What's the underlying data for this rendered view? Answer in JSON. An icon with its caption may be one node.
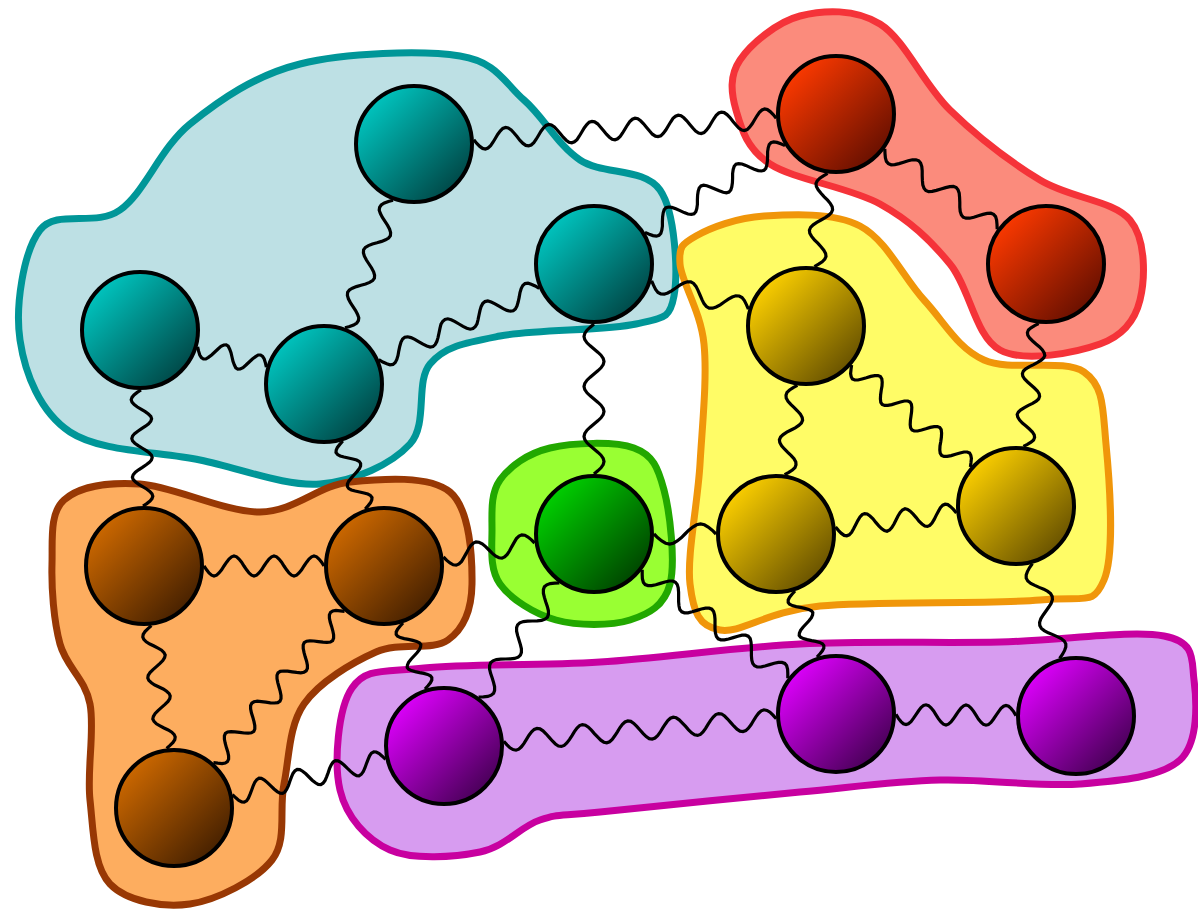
{
  "diagram": {
    "nodes": [
      {
        "text": [],
        "shape": "blob"
      },
      {
        "text": [],
        "shape": "circle",
        "in": 0
      },
      {
        "text": [],
        "shape": "circle",
        "in": 0
      },
      {
        "text": [],
        "shape": "circle",
        "in": 0
      },
      {
        "text": [],
        "shape": "circle",
        "in": 0
      },
      {
        "text": [],
        "shape": "blob"
      },
      {
        "text": [],
        "shape": "circle",
        "in": 5
      },
      {
        "text": [],
        "shape": "circle",
        "in": 5
      },
      {
        "text": [],
        "shape": "blob"
      },
      {
        "text": [],
        "shape": "circle",
        "in": 8
      },
      {
        "text": [],
        "shape": "circle",
        "in": 8
      },
      {
        "text": [],
        "shape": "circle",
        "in": 8
      },
      {
        "text": [],
        "shape": "blob"
      },
      {
        "text": [],
        "shape": "circle",
        "in": 12
      },
      {
        "text": [],
        "shape": "blob"
      },
      {
        "text": [],
        "shape": "circle",
        "in": 14
      },
      {
        "text": [],
        "shape": "circle",
        "in": 14
      },
      {
        "text": [],
        "shape": "circle",
        "in": 14
      },
      {
        "text": [],
        "shape": "blob"
      },
      {
        "text": [],
        "shape": "circle",
        "in": 18
      },
      {
        "text": [],
        "shape": "circle",
        "in": 18
      },
      {
        "text": [],
        "shape": "circle",
        "in": 18
      }
    ],
    "edges": [
      {
        "from": 1,
        "to": 6,
        "arrow": "none"
      },
      {
        "from": 1,
        "to": 4,
        "arrow": "none"
      },
      {
        "from": 3,
        "to": 4,
        "arrow": "none"
      },
      {
        "from": 4,
        "to": 2,
        "arrow": "none"
      },
      {
        "from": 2,
        "to": 6,
        "arrow": "none"
      },
      {
        "from": 2,
        "to": 9,
        "arrow": "none"
      },
      {
        "from": 2,
        "to": 13,
        "arrow": "none"
      },
      {
        "from": 6,
        "to": 7,
        "arrow": "none"
      },
      {
        "from": 6,
        "to": 9,
        "arrow": "none"
      },
      {
        "from": 7,
        "to": 11,
        "arrow": "none"
      },
      {
        "from": 9,
        "to": 10,
        "arrow": "none"
      },
      {
        "from": 9,
        "to": 11,
        "arrow": "none"
      },
      {
        "from": 10,
        "to": 11,
        "arrow": "none"
      },
      {
        "from": 13,
        "to": 10,
        "arrow": "none"
      },
      {
        "from": 3,
        "to": 15,
        "arrow": "none"
      },
      {
        "from": 4,
        "to": 16,
        "arrow": "none"
      },
      {
        "from": 15,
        "to": 16,
        "arrow": "none"
      },
      {
        "from": 15,
        "to": 17,
        "arrow": "none"
      },
      {
        "from": 16,
        "to": 17,
        "arrow": "none"
      },
      {
        "from": 16,
        "to": 13,
        "arrow": "none"
      },
      {
        "from": 16,
        "to": 19,
        "arrow": "none"
      },
      {
        "from": 13,
        "to": 19,
        "arrow": "none"
      },
      {
        "from": 13,
        "to": 20,
        "arrow": "none"
      },
      {
        "from": 17,
        "to": 19,
        "arrow": "none"
      },
      {
        "from": 19,
        "to": 20,
        "arrow": "none"
      },
      {
        "from": 10,
        "to": 20,
        "arrow": "none"
      },
      {
        "from": 20,
        "to": 21,
        "arrow": "none"
      },
      {
        "from": 11,
        "to": 21,
        "arrow": "none"
      }
    ]
  }
}
